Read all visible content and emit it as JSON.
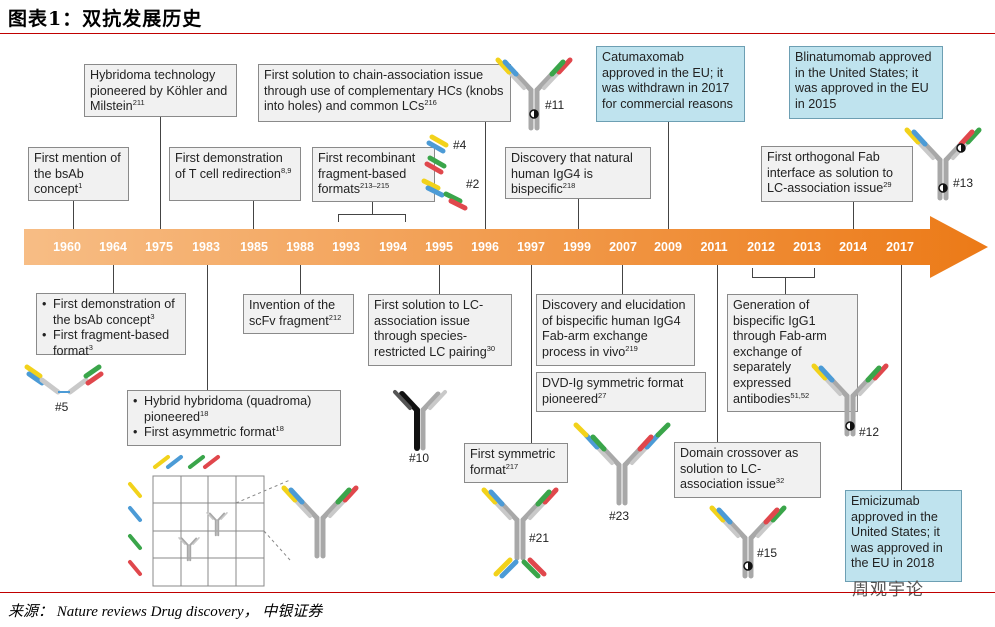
{
  "header": {
    "title": "图表1：双抗发展历史"
  },
  "footer": {
    "source": "来源： Nature reviews Drug discovery， 中银证券",
    "watermark": "周观宇论"
  },
  "timeline": {
    "years": [
      "1960",
      "1964",
      "1975",
      "1983",
      "1985",
      "1988",
      "1993",
      "1994",
      "1995",
      "1996",
      "1997",
      "1999",
      "2007",
      "2009",
      "2011",
      "2012",
      "2013",
      "2014",
      "2017"
    ]
  },
  "events_top": [
    {
      "id": "e1960",
      "text": "First mention of the bsAb concept",
      "ref": "1"
    },
    {
      "id": "e1975",
      "text": "Hybridoma technology pioneered by Köhler and Milstein",
      "ref": "211"
    },
    {
      "id": "e1985",
      "text": "First demonstration of T cell redirection",
      "ref": "8,9"
    },
    {
      "id": "e1993",
      "text": "First recombinant fragment-based formats",
      "ref": "213–215"
    },
    {
      "id": "e1996",
      "text": "First solution to chain-association issue through use of complementary HCs (knobs into holes) and common LCs",
      "ref": "216"
    },
    {
      "id": "e1999",
      "text": "Discovery that natural human IgG4 is bispecific",
      "ref": "218"
    },
    {
      "id": "e2009",
      "text": "Catumaxomab approved in the EU; it was withdrawn in 2017 for commercial reasons",
      "ref": ""
    },
    {
      "id": "e2014a",
      "text": "First orthogonal Fab interface as solution to LC-association issue",
      "ref": "29"
    },
    {
      "id": "e2014b",
      "text": "Blinatumomab approved in the United States; it was approved in the EU in 2015",
      "ref": ""
    }
  ],
  "events_bottom": [
    {
      "id": "e1964a",
      "text": "First demonstration of the bsAb concept",
      "ref": "3"
    },
    {
      "id": "e1964b",
      "text": "First fragment-based format",
      "ref": "3"
    },
    {
      "id": "e1983a",
      "text": "Hybrid hybridoma (quadroma) pioneered",
      "ref": "18"
    },
    {
      "id": "e1983b",
      "text": "First asymmetric format",
      "ref": "18"
    },
    {
      "id": "e1988",
      "text": "Invention of the scFv fragment",
      "ref": "212"
    },
    {
      "id": "e1995",
      "text": "First solution to LC-association issue through species-restricted LC pairing",
      "ref": "30"
    },
    {
      "id": "e1997",
      "text": "First symmetric format",
      "ref": "217"
    },
    {
      "id": "e2007a",
      "text": "Discovery and elucidation of bispecific human IgG4 Fab-arm exchange process in vivo",
      "ref": "219"
    },
    {
      "id": "e2007b",
      "text": "DVD-Ig symmetric format pioneered",
      "ref": "27"
    },
    {
      "id": "e2011",
      "text": "Domain crossover as solution to LC-association issue",
      "ref": "32"
    },
    {
      "id": "e2013",
      "text": "Generation of bispecific IgG1 through Fab-arm exchange of separately expressed antibodies",
      "ref": "51,52"
    },
    {
      "id": "e2017",
      "text": "Emicizumab approved in the United States; it was approved in the EU in 2018",
      "ref": ""
    }
  ],
  "format_labels": [
    "#4",
    "#2",
    "#11",
    "#13",
    "#5",
    "#10",
    "#21",
    "#23",
    "#15",
    "#12"
  ],
  "colors": {
    "arrow_start": "#f6b679",
    "arrow_end": "#ec7d1c",
    "box_grey": "#f1f1f1",
    "box_blue": "#bfe3ee",
    "yellow": "#f2d21b",
    "blue": "#4c9bd6",
    "green": "#3aa54a",
    "red": "#e0474c",
    "grey": "#a8a8a8",
    "black": "#111111"
  }
}
